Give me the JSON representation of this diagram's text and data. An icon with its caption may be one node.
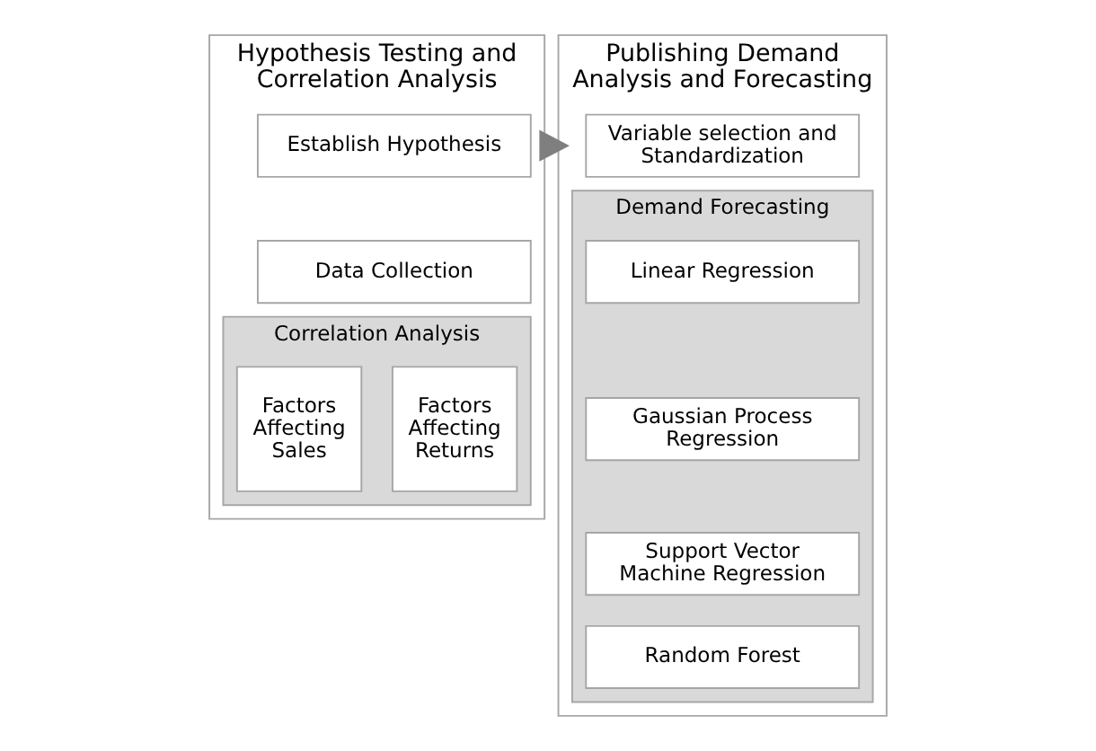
{
  "diagram": {
    "nodes": [
      {
        "text": [
          "Hypothesis Testing and Correlation Analysis"
        ]
      },
      {
        "text": [
          "Establish Hypothesis"
        ],
        "in": 0
      },
      {
        "text": [
          "Data Collection"
        ],
        "in": 0
      },
      {
        "text": [
          "Correlation Analysis"
        ],
        "in": 0
      },
      {
        "text": [
          "Factors Affecting Returns"
        ],
        "in": 3
      },
      {
        "text": [
          "Factors Affecting Sales"
        ],
        "in": 3
      },
      {
        "text": [
          "Publishing Demand Analysis and Forecasting"
        ]
      },
      {
        "text": [
          "Variable selection and Standardization"
        ],
        "in": 6
      },
      {
        "text": [
          "Demand Forecasting"
        ],
        "in": 6
      },
      {
        "text": [
          "Linear Regression"
        ],
        "in": 8
      },
      {
        "text": [
          "Gaussian Process Regression"
        ],
        "in": 8
      },
      {
        "text": [
          "Support Vector Machine Regression"
        ],
        "in": 8
      },
      {
        "text": [
          "Random Forest"
        ],
        "in": 8
      }
    ],
    "edges": [
      {
        "from": 0,
        "to": 6,
        "arrow": "to",
        "style": "thick",
        "color": "#7f7f7f"
      }
    ]
  }
}
